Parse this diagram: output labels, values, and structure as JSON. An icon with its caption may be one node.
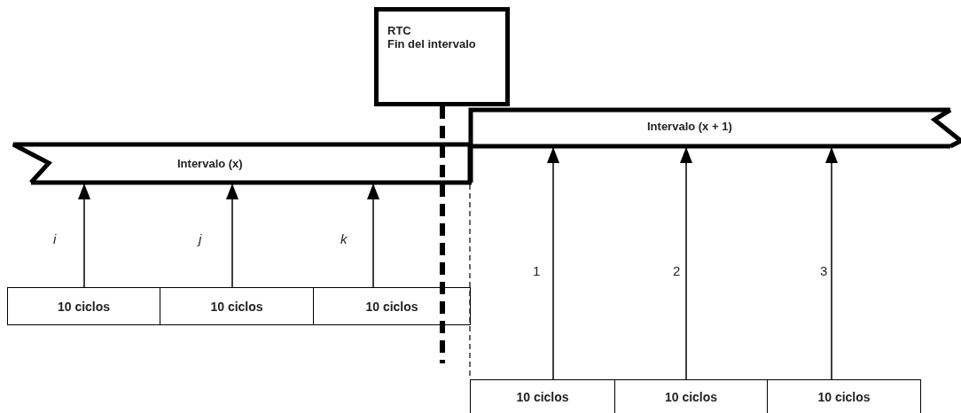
{
  "diagram": {
    "nodes": [
      {
        "text": [
          "RTC",
          "Fin del intervalo"
        ]
      },
      {
        "text": [
          "Intervalo (x)"
        ]
      },
      {
        "text": [
          "Intervalo (x + 1)"
        ]
      },
      {
        "text": [
          "10 ciclos"
        ]
      },
      {
        "text": [
          "10 ciclos"
        ]
      },
      {
        "text": [
          "10 ciclos"
        ]
      },
      {
        "text": [
          "10 ciclos"
        ]
      },
      {
        "text": [
          "10 ciclos"
        ]
      },
      {
        "text": [
          "10 ciclos"
        ]
      }
    ],
    "edges": [
      {
        "from": 0,
        "to": null,
        "arrow": "none",
        "style": "dashed"
      },
      {
        "from": 3,
        "to": 1,
        "arrow": "to",
        "label": "i"
      },
      {
        "from": 4,
        "to": 1,
        "arrow": "to",
        "label": "j"
      },
      {
        "from": 5,
        "to": 1,
        "arrow": "to",
        "label": "k"
      },
      {
        "from": 6,
        "to": 2,
        "arrow": "to",
        "label": "1"
      },
      {
        "from": 7,
        "to": 2,
        "arrow": "to",
        "label": "2"
      },
      {
        "from": 8,
        "to": 2,
        "arrow": "to",
        "label": "3"
      }
    ]
  }
}
